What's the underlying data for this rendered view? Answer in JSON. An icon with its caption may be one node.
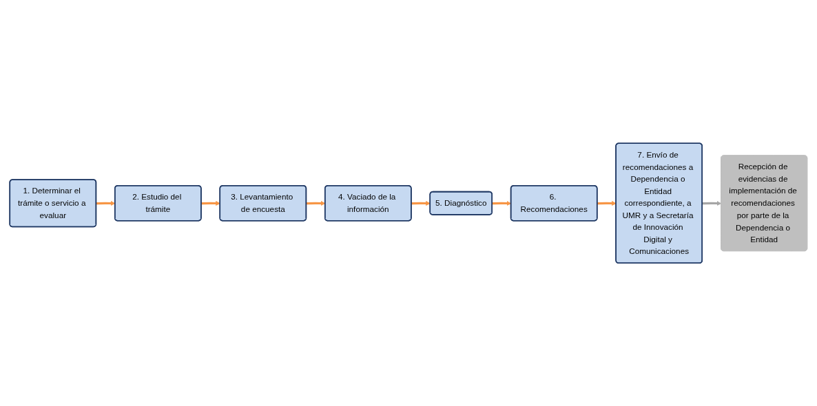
{
  "diagram": {
    "nodes": [
      {
        "text": [
          "1. Determinar el trámite o servicio a evaluar"
        ]
      },
      {
        "text": [
          "2. Estudio del trámite"
        ]
      },
      {
        "text": [
          "3. Levantamiento de encuesta"
        ]
      },
      {
        "text": [
          "4. Vaciado de la información"
        ]
      },
      {
        "text": [
          "5. Diagnóstico"
        ]
      },
      {
        "text": [
          "6. Recomendaciones"
        ]
      },
      {
        "text": [
          "7. Envío de recomendaciones a Dependencia o Entidad correspondiente, a UMR y a Secretaría de Innovación Digital y Comunicaciones"
        ]
      },
      {
        "text": [
          "Recepción de evidencias de implementación de recomendaciones por parte de la Dependencia o Entidad"
        ]
      }
    ],
    "edges": [
      {
        "from": 0,
        "to": 1,
        "arrow": "to"
      },
      {
        "from": 1,
        "to": 2,
        "arrow": "to"
      },
      {
        "from": 2,
        "to": 3,
        "arrow": "to"
      },
      {
        "from": 3,
        "to": 4,
        "arrow": "to"
      },
      {
        "from": 4,
        "to": 5,
        "arrow": "to"
      },
      {
        "from": 5,
        "to": 6,
        "arrow": "to"
      },
      {
        "from": 6,
        "to": 7,
        "arrow": "to",
        "color": "#a6a6a6"
      }
    ]
  }
}
